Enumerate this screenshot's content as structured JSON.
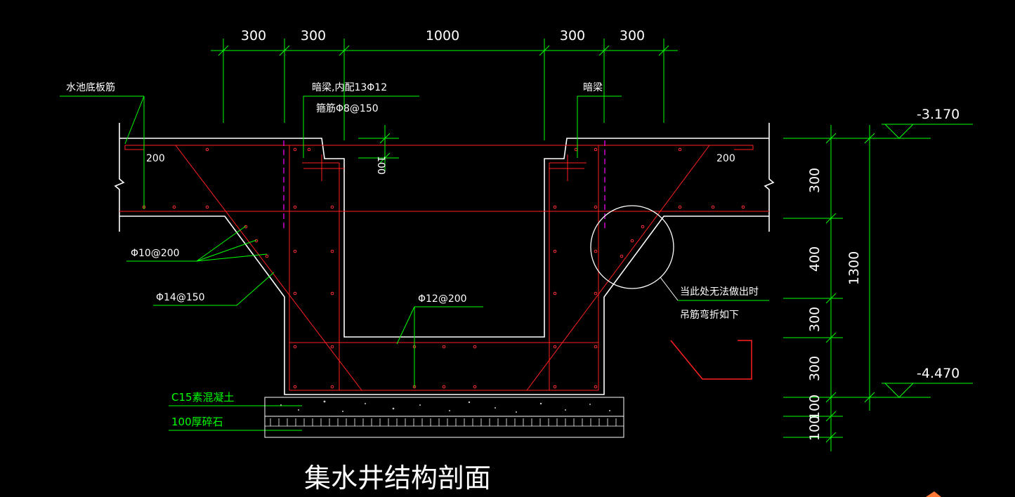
{
  "title": "集水井结构剖面",
  "top_dimensions": [
    "300",
    "300",
    "1000",
    "300",
    "300"
  ],
  "labels": {
    "bottom_slab_rebar": "水池底板筋",
    "hidden_beam_left_line1": "暗梁,内配13Φ12",
    "hidden_beam_left_line2": "箍筋Φ8@150",
    "hidden_beam_right": "暗梁",
    "cover_left": "200",
    "cover_right": "200",
    "step_dim": "100",
    "rebar_phi10": "Φ10@200",
    "rebar_phi14": "Φ14@150",
    "rebar_phi12": "Φ12@200",
    "note_line1": "当此处无法做出时",
    "note_line2": "吊筋弯折如下",
    "plain_concrete": "C15素混凝土",
    "gravel": "100厚碎石"
  },
  "elevations": {
    "top": "-3.170",
    "bottom": "-4.470"
  },
  "right_dimensions": [
    "300",
    "400",
    "300",
    "300",
    "100",
    "100"
  ],
  "right_total": "1300",
  "colors": {
    "background": "#000000",
    "outline": "#ffffff",
    "dimension": "#00ff00",
    "rebar": "#ff2020",
    "anchor": "#ff00ff"
  }
}
